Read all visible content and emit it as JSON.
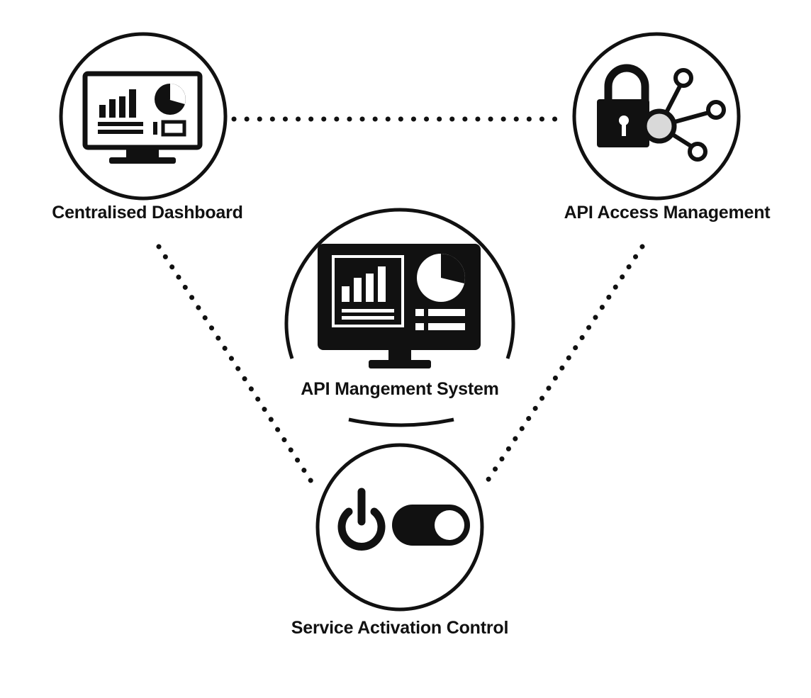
{
  "diagram": {
    "nodes": [
      {
        "id": "dashboard",
        "label": "Centralised Dashboard",
        "icon": "dashboard-monitor-icon"
      },
      {
        "id": "access",
        "label": "API Access Management",
        "icon": "lock-network-icon"
      },
      {
        "id": "central",
        "label": "API Mangement System",
        "icon": "analytics-monitor-icon"
      },
      {
        "id": "service",
        "label": "Service Activation Control",
        "icon": "power-toggle-icon"
      }
    ],
    "edges": [
      {
        "from": "dashboard",
        "to": "access",
        "style": "dotted"
      },
      {
        "from": "dashboard",
        "to": "service",
        "style": "dotted"
      },
      {
        "from": "access",
        "to": "service",
        "style": "dotted"
      }
    ],
    "colors": {
      "ink": "#111111",
      "background": "#ffffff",
      "highlight": "#d9d9d9"
    }
  }
}
